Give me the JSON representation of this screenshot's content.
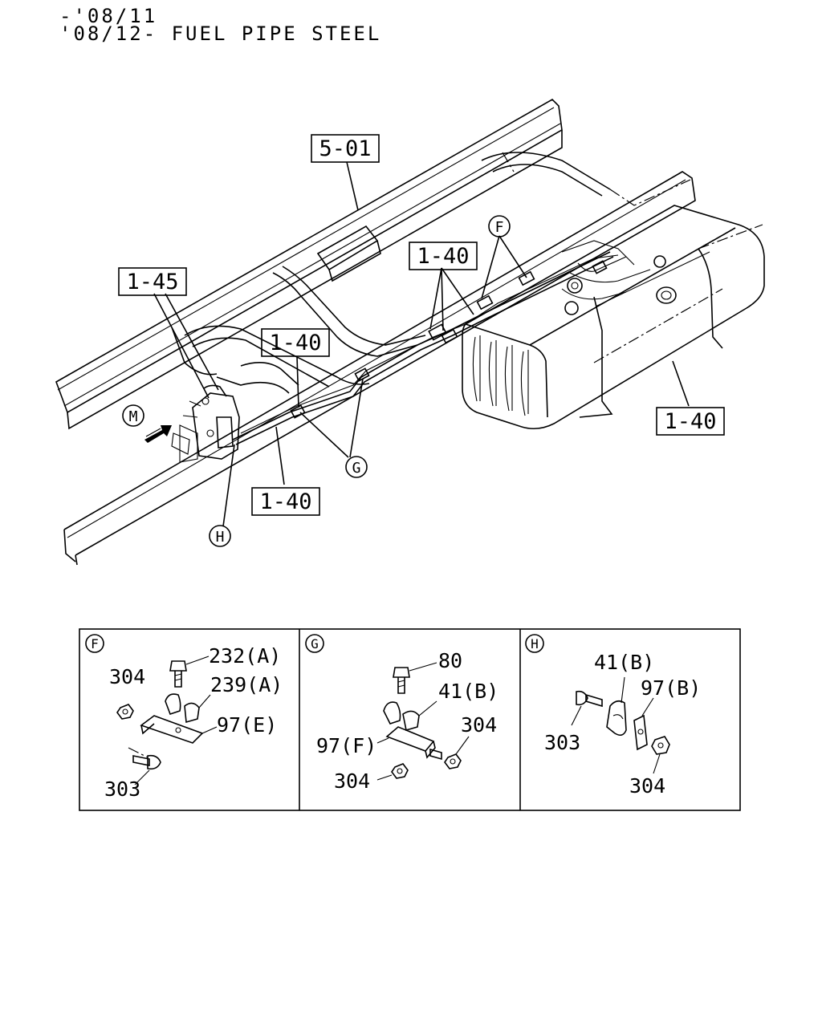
{
  "header": {
    "line1": "-'08/11",
    "line2": "'08/12- FUEL PIPE STEEL"
  },
  "callouts": {
    "c501": "5-01",
    "c145": "1-45",
    "c140a": "1-40",
    "c140b": "1-40",
    "c140c": "1-40",
    "c140d": "1-40",
    "refF": "F",
    "refG": "G",
    "refH": "H",
    "refM": "M"
  },
  "details": {
    "F": {
      "letter": "F",
      "p232": "232(A)",
      "p304": "304",
      "p239": "239(A)",
      "p97": "97(E)",
      "p303": "303"
    },
    "G": {
      "letter": "G",
      "p80": "80",
      "p41": "41(B)",
      "p304a": "304",
      "p97": "97(F)",
      "p304b": "304"
    },
    "H": {
      "letter": "H",
      "p41": "41(B)",
      "p97": "97(B)",
      "p303": "303",
      "p304": "304"
    }
  }
}
